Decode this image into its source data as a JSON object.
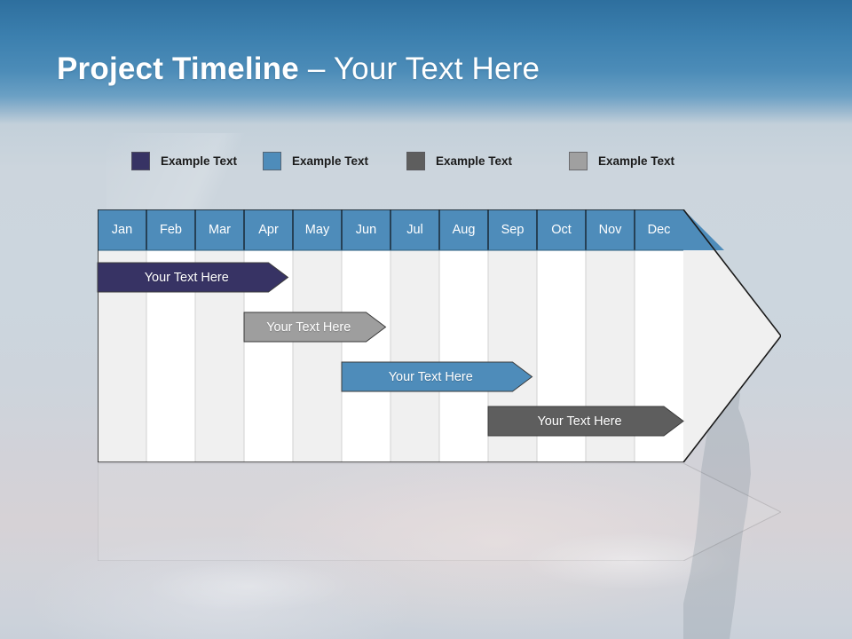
{
  "slide": {
    "title_bold": "Project Timeline",
    "title_separator": " – ",
    "title_light": "Your Text Here",
    "background_top_color": "#2e6f9e",
    "background_bottom_color": "#cfd6de"
  },
  "legend": {
    "items": [
      {
        "label": "Example Text",
        "color": "#373364",
        "x": 0
      },
      {
        "label": "Example Text",
        "color": "#4e8cba",
        "x": 148
      },
      {
        "label": "Example Text",
        "color": "#5e5e5e",
        "x": 310
      },
      {
        "label": "Example Text",
        "color": "#a0a0a0",
        "x": 493
      }
    ]
  },
  "chart_data": {
    "type": "bar",
    "title": "Project Timeline",
    "orientation": "horizontal",
    "categories": [
      "Jan",
      "Feb",
      "Mar",
      "Apr",
      "May",
      "Jun",
      "Jul",
      "Aug",
      "Sep",
      "Oct",
      "Nov",
      "Dec"
    ],
    "xlabel": "",
    "ylabel": "",
    "grid": true,
    "legend_position": "top",
    "header": {
      "fill": "#4e8cba",
      "text_color": "#ffffff",
      "height": 46
    },
    "body": {
      "stripe_odd": "#f0f0f0",
      "stripe_even": "#ffffff",
      "border": "#1a1a1a",
      "arrow_fill": "#f0f0f0",
      "arrow_tip_x": 880,
      "plot_left": 110,
      "plot_right": 770,
      "plot_top": 236,
      "plot_bottom": 521
    },
    "series": [
      {
        "name": "Example Text",
        "label": "Your  Text Here",
        "color": "#373364",
        "start_month": "Jan",
        "end_month": "Apr",
        "start_index": 0,
        "end_index": 3.9,
        "row": 0
      },
      {
        "name": "Example Text",
        "label": "Your  Text Here",
        "color": "#9e9e9e",
        "start_month": "Apr",
        "end_month": "Jun",
        "start_index": 3.0,
        "end_index": 5.9,
        "row": 1
      },
      {
        "name": "Example Text",
        "label": "Your  Text Here",
        "color": "#4e8cba",
        "start_month": "Jun",
        "end_month": "Sep",
        "start_index": 5.0,
        "end_index": 8.9,
        "row": 2
      },
      {
        "name": "Example Text",
        "label": "Your  Text Here",
        "color": "#5e5e5e",
        "start_month": "Sep",
        "end_month": "Dec",
        "start_index": 8.0,
        "end_index": 12.0,
        "row": 3
      }
    ]
  }
}
